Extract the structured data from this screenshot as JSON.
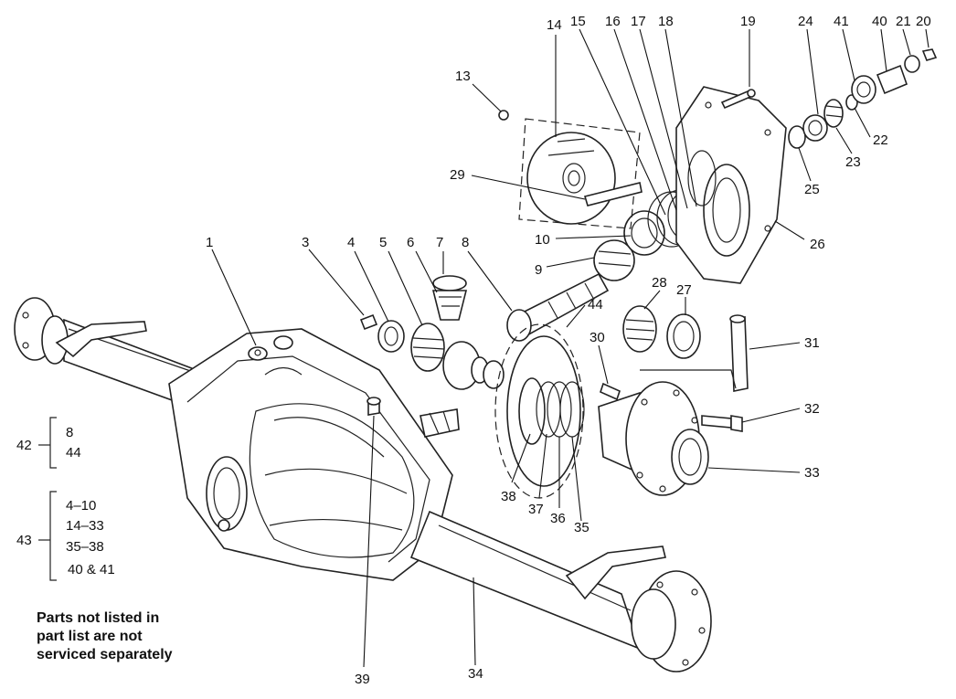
{
  "callouts": {
    "c1": "1",
    "c3": "3",
    "c4": "4",
    "c5": "5",
    "c6": "6",
    "c7": "7",
    "c8": "8",
    "c9": "9",
    "c10": "10",
    "c13": "13",
    "c14": "14",
    "c15": "15",
    "c16": "16",
    "c17": "17",
    "c18": "18",
    "c19": "19",
    "c20": "20",
    "c21": "21",
    "c22": "22",
    "c23": "23",
    "c24": "24",
    "c25": "25",
    "c26": "26",
    "c27": "27",
    "c28": "28",
    "c29": "29",
    "c30": "30",
    "c31": "31",
    "c32": "32",
    "c33": "33",
    "c34": "34",
    "c35": "35",
    "c36": "36",
    "c37": "37",
    "c38": "38",
    "c39": "39",
    "c40": "40",
    "c41": "41",
    "c44": "44"
  },
  "groups": {
    "g42": {
      "label": "42",
      "items": [
        "8",
        "44"
      ]
    },
    "g43": {
      "label": "43",
      "items": [
        "4–10",
        "14–33",
        "35–38",
        "40 & 41"
      ]
    }
  },
  "note": {
    "line1": "Parts not listed in",
    "line2": "part list are not",
    "line3": "serviced separately"
  }
}
